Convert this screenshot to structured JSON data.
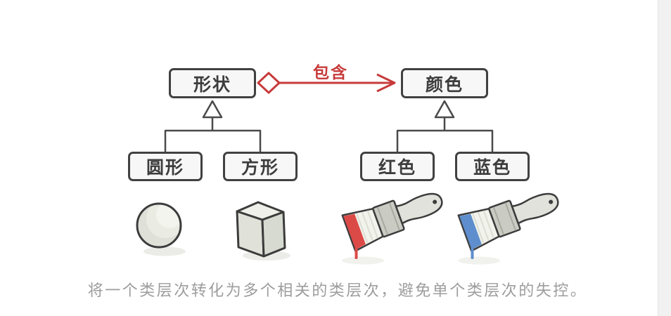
{
  "diagram": {
    "shape_tree": {
      "root": "形状",
      "children": [
        "圆形",
        "方形"
      ]
    },
    "color_tree": {
      "root": "颜色",
      "children": [
        "红色",
        "蓝色"
      ]
    },
    "relation_label": "包含"
  },
  "caption": "将一个类层次转化为多个相关的类层次，避免单个类层次的失控。",
  "colors": {
    "relation_red": "#c73b3b",
    "box_border": "#414141",
    "box_fill": "#f7f7f7",
    "box_text": "#3d3d3d",
    "connector": "#4a4a4a",
    "caption_text": "#9d9d9d",
    "scrollbar_track": "#f1f1f1"
  },
  "illustrations": {
    "sphere": {
      "name": "sphere-illustration",
      "fill": "#dfe1d8"
    },
    "cube": {
      "name": "cube-illustration",
      "fill": "#e0e2da"
    },
    "red_brush": {
      "name": "paintbrush-red",
      "paint": "#dc4a47"
    },
    "blue_brush": {
      "name": "paintbrush-blue",
      "paint": "#5e8ecd"
    }
  }
}
